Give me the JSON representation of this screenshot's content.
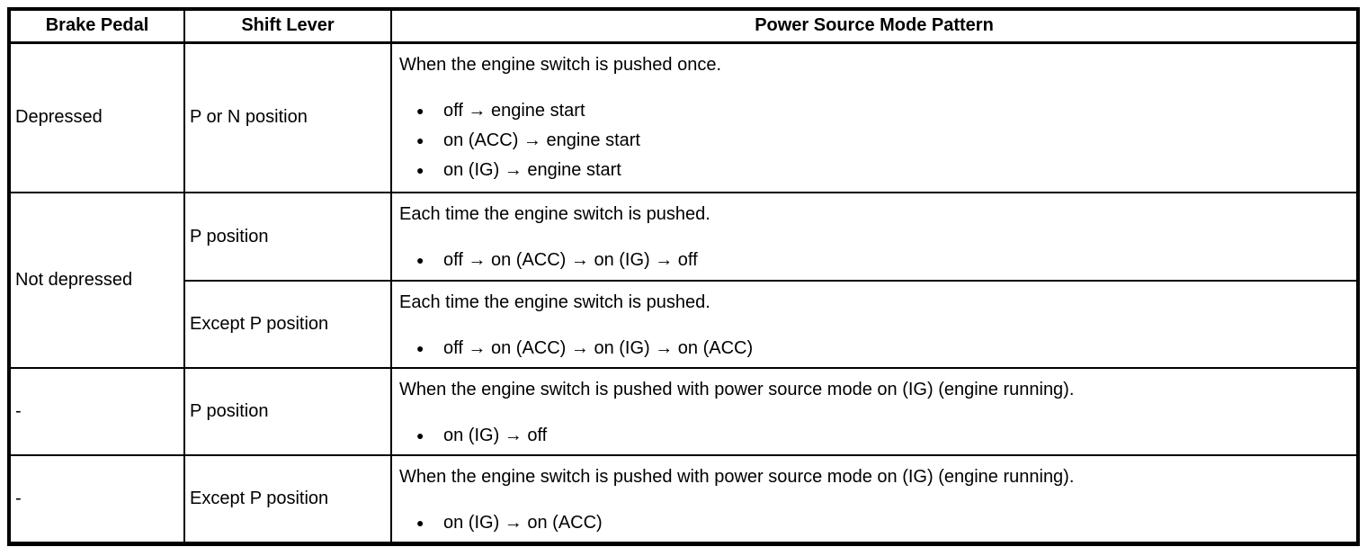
{
  "meta": {
    "background_color": "#ffffff",
    "text_color": "#000000",
    "border_color": "#000000"
  },
  "icons": {
    "bullet": "●"
  },
  "table": {
    "headers": {
      "brake_pedal": "Brake Pedal",
      "shift_lever": "Shift Lever",
      "pattern": "Power Source Mode Pattern"
    },
    "rows": [
      {
        "brake_pedal": "Depressed",
        "shift_lever": "P or N position",
        "pattern": {
          "description": "When the engine switch is pushed once.",
          "bullets": [
            "off → engine start",
            "on (ACC) → engine start",
            "on (IG) → engine start"
          ]
        }
      },
      {
        "brake_pedal": "Not depressed",
        "shift_lever": "P position",
        "pattern": {
          "description": "Each time the engine switch is pushed.",
          "bullets": [
            "off → on (ACC) → on (IG) → off"
          ]
        }
      },
      {
        "shift_lever": "Except P position",
        "pattern": {
          "description": "Each time the engine switch is pushed.",
          "bullets": [
            "off → on (ACC) → on (IG) → on (ACC)"
          ]
        }
      },
      {
        "brake_pedal": "-",
        "shift_lever": "P position",
        "pattern": {
          "description": "When the engine switch is pushed with power source mode on (IG) (engine running).",
          "bullets": [
            "on (IG) → off"
          ]
        }
      },
      {
        "brake_pedal": "-",
        "shift_lever": "Except P position",
        "pattern": {
          "description": "When the engine switch is pushed with power source mode on (IG) (engine running).",
          "bullets": [
            "on (IG) → on (ACC)"
          ]
        }
      }
    ]
  }
}
